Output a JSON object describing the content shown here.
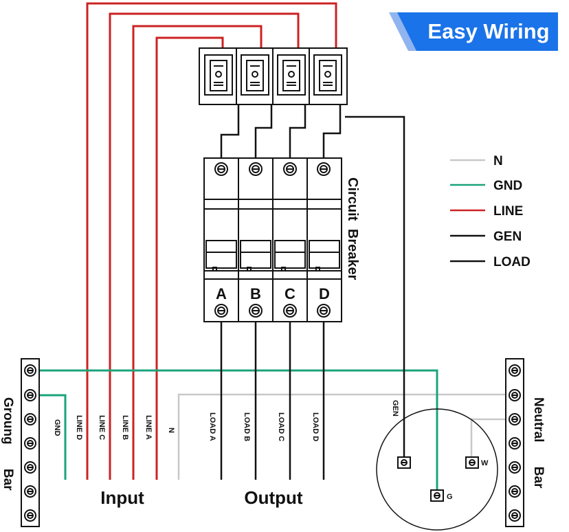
{
  "badge": {
    "text": "Easy Wiring",
    "color": "#1a73e8"
  },
  "legend": [
    {
      "label": "N",
      "color": "#c8c8c8"
    },
    {
      "label": "GND",
      "color": "#1aa37a"
    },
    {
      "label": "LINE",
      "color": "#cc2222"
    },
    {
      "label": "GEN",
      "color": "#111111"
    },
    {
      "label": "LOAD",
      "color": "#111111"
    }
  ],
  "breaker": {
    "title": "Circuit Breaker",
    "poles": [
      "A",
      "B",
      "C",
      "D"
    ]
  },
  "wires": {
    "lines": [
      "LINE D",
      "LINE C",
      "LINE B",
      "LINE A"
    ],
    "neutral": "N",
    "ground": "GND",
    "loads": [
      "LOAD A",
      "LOAD B",
      "LOAD C",
      "LOAD D"
    ],
    "gen": "GEN"
  },
  "groups": {
    "input": "Input",
    "output": "Output"
  },
  "bars": {
    "ground": "Groung Bar",
    "neutral": "Neutral Bar"
  },
  "outlet": {
    "w": "W",
    "g": "G"
  }
}
